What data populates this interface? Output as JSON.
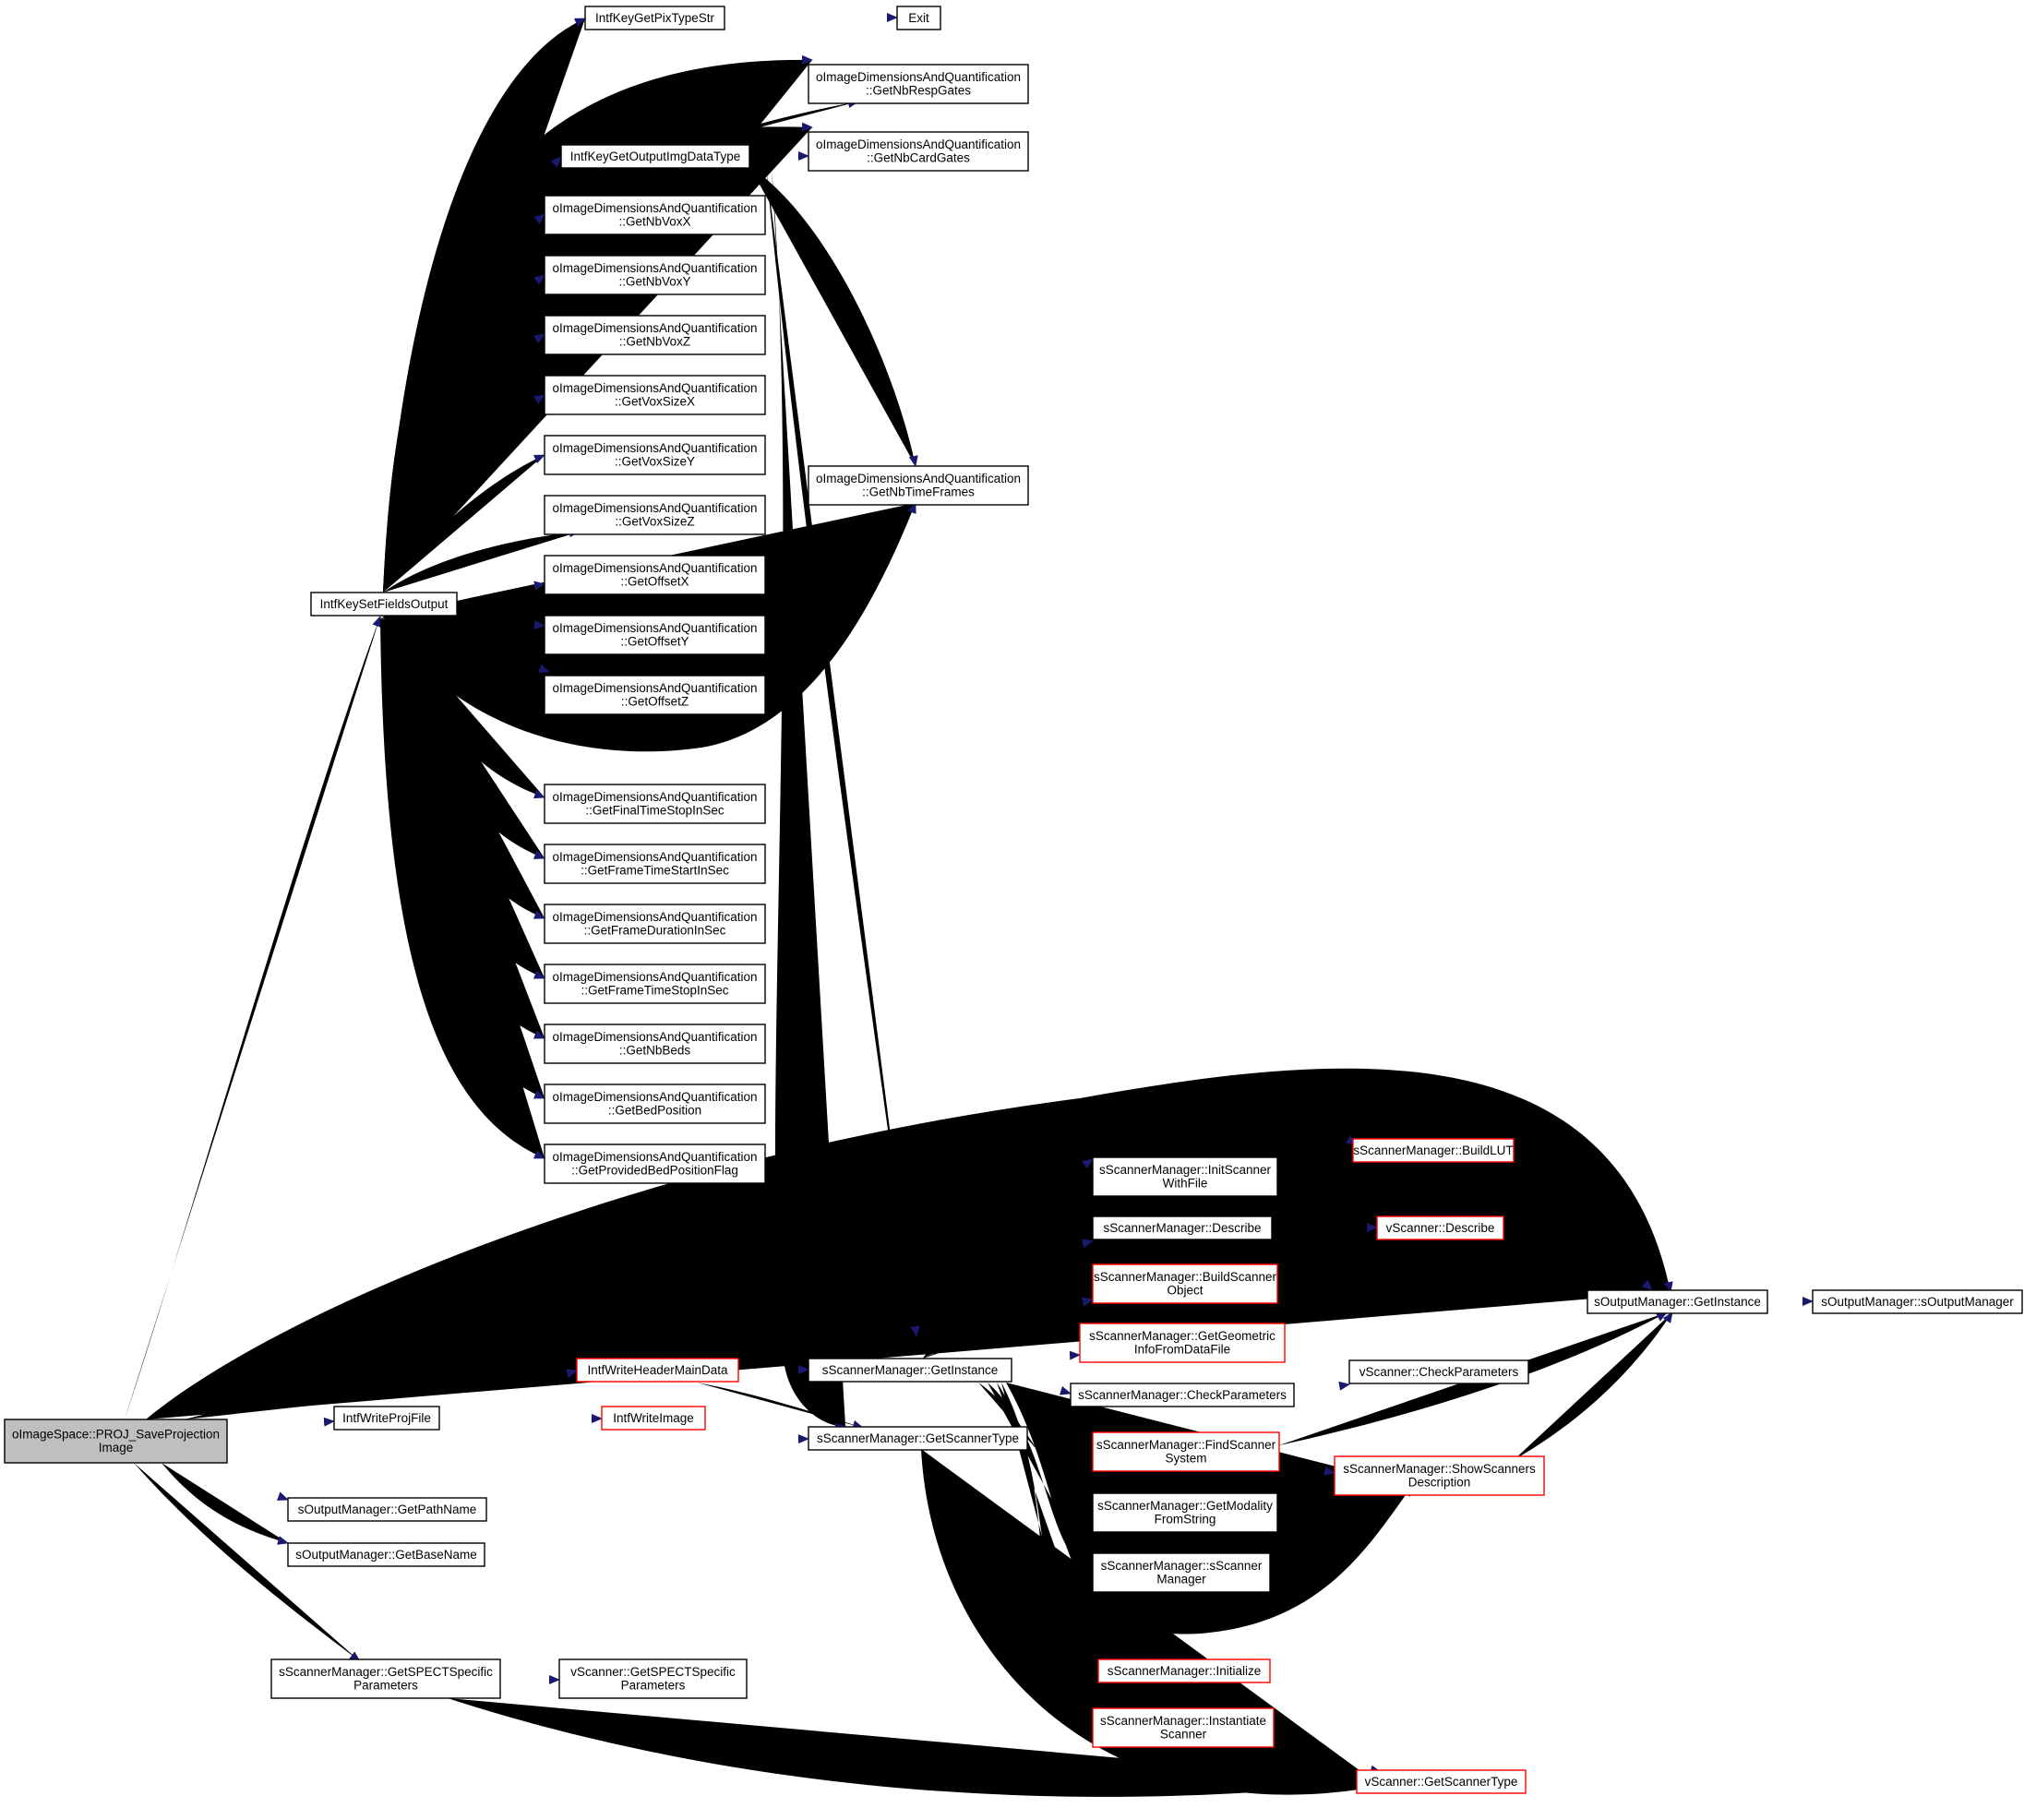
{
  "colors": {
    "edge": "#191970",
    "node_border": "#000000",
    "node_border_truncated": "#ff0000",
    "root_fill": "#bfbfbf",
    "node_fill": "#ffffff"
  },
  "nodes": [
    {
      "id": "root",
      "lines": [
        "oImageSpace::PROJ_SaveProjection",
        "Image"
      ],
      "style": "root"
    },
    {
      "id": "pixtype",
      "lines": [
        "IntfKeyGetPixTypeStr"
      ]
    },
    {
      "id": "exit",
      "lines": [
        "Exit"
      ]
    },
    {
      "id": "nbresp",
      "lines": [
        "oImageDimensionsAndQuantification",
        "::GetNbRespGates"
      ]
    },
    {
      "id": "nbcard",
      "lines": [
        "oImageDimensionsAndQuantification",
        "::GetNbCardGates"
      ]
    },
    {
      "id": "outimg",
      "lines": [
        "IntfKeyGetOutputImgDataType"
      ]
    },
    {
      "id": "voxx",
      "lines": [
        "oImageDimensionsAndQuantification",
        "::GetNbVoxX"
      ]
    },
    {
      "id": "voxy",
      "lines": [
        "oImageDimensionsAndQuantification",
        "::GetNbVoxY"
      ]
    },
    {
      "id": "voxz",
      "lines": [
        "oImageDimensionsAndQuantification",
        "::GetNbVoxZ"
      ]
    },
    {
      "id": "vsx",
      "lines": [
        "oImageDimensionsAndQuantification",
        "::GetVoxSizeX"
      ]
    },
    {
      "id": "vsy",
      "lines": [
        "oImageDimensionsAndQuantification",
        "::GetVoxSizeY"
      ]
    },
    {
      "id": "vsz",
      "lines": [
        "oImageDimensionsAndQuantification",
        "::GetVoxSizeZ"
      ]
    },
    {
      "id": "timeframes",
      "lines": [
        "oImageDimensionsAndQuantification",
        "::GetNbTimeFrames"
      ]
    },
    {
      "id": "offx",
      "lines": [
        "oImageDimensionsAndQuantification",
        "::GetOffsetX"
      ]
    },
    {
      "id": "setfields",
      "lines": [
        "IntfKeySetFieldsOutput"
      ]
    },
    {
      "id": "offy",
      "lines": [
        "oImageDimensionsAndQuantification",
        "::GetOffsetY"
      ]
    },
    {
      "id": "offz",
      "lines": [
        "oImageDimensionsAndQuantification",
        "::GetOffsetZ"
      ]
    },
    {
      "id": "finaltime",
      "lines": [
        "oImageDimensionsAndQuantification",
        "::GetFinalTimeStopInSec"
      ]
    },
    {
      "id": "framestart",
      "lines": [
        "oImageDimensionsAndQuantification",
        "::GetFrameTimeStartInSec"
      ]
    },
    {
      "id": "framedur",
      "lines": [
        "oImageDimensionsAndQuantification",
        "::GetFrameDurationInSec"
      ]
    },
    {
      "id": "framestop",
      "lines": [
        "oImageDimensionsAndQuantification",
        "::GetFrameTimeStopInSec"
      ]
    },
    {
      "id": "nbbeds",
      "lines": [
        "oImageDimensionsAndQuantification",
        "::GetNbBeds"
      ]
    },
    {
      "id": "bedpos",
      "lines": [
        "oImageDimensionsAndQuantification",
        "::GetBedPosition"
      ]
    },
    {
      "id": "bedflag",
      "lines": [
        "oImageDimensionsAndQuantification",
        "::GetProvidedBedPositionFlag"
      ]
    },
    {
      "id": "buildlut",
      "lines": [
        "sScannerManager::BuildLUT"
      ],
      "style": "truncated"
    },
    {
      "id": "initscanner",
      "lines": [
        "sScannerManager::InitScanner",
        "WithFile"
      ]
    },
    {
      "id": "describe",
      "lines": [
        "sScannerManager::Describe"
      ]
    },
    {
      "id": "vdescribe",
      "lines": [
        "vScanner::Describe"
      ],
      "style": "truncated"
    },
    {
      "id": "buildscanobj",
      "lines": [
        "sScannerManager::BuildScanner",
        "Object"
      ],
      "style": "truncated"
    },
    {
      "id": "geominfo",
      "lines": [
        "sScannerManager::GetGeometric",
        "InfoFromDataFile"
      ],
      "style": "truncated"
    },
    {
      "id": "outgetinst",
      "lines": [
        "sOutputManager::GetInstance"
      ]
    },
    {
      "id": "outctor",
      "lines": [
        "sOutputManager::sOutputManager"
      ]
    },
    {
      "id": "writeheader",
      "lines": [
        "IntfWriteHeaderMainData"
      ],
      "style": "truncated"
    },
    {
      "id": "scangetinst",
      "lines": [
        "sScannerManager::GetInstance"
      ]
    },
    {
      "id": "checkparams",
      "lines": [
        "sScannerManager::CheckParameters"
      ]
    },
    {
      "id": "vcheckparams",
      "lines": [
        "vScanner::CheckParameters"
      ]
    },
    {
      "id": "writeproj",
      "lines": [
        "IntfWriteProjFile"
      ]
    },
    {
      "id": "writeimage",
      "lines": [
        "IntfWriteImage"
      ],
      "style": "truncated"
    },
    {
      "id": "scangettype",
      "lines": [
        "sScannerManager::GetScannerType"
      ]
    },
    {
      "id": "findscanner",
      "lines": [
        "sScannerManager::FindScanner",
        "System"
      ],
      "style": "truncated"
    },
    {
      "id": "showscanners",
      "lines": [
        "sScannerManager::ShowScanners",
        "Description"
      ],
      "style": "truncated"
    },
    {
      "id": "pathname",
      "lines": [
        "sOutputManager::GetPathName"
      ]
    },
    {
      "id": "modality",
      "lines": [
        "sScannerManager::GetModality",
        "FromString"
      ]
    },
    {
      "id": "basename",
      "lines": [
        "sOutputManager::GetBaseName"
      ]
    },
    {
      "id": "sscanner",
      "lines": [
        "sScannerManager::sScanner",
        "Manager"
      ]
    },
    {
      "id": "initialize",
      "lines": [
        "sScannerManager::Initialize"
      ],
      "style": "truncated"
    },
    {
      "id": "spectparams",
      "lines": [
        "sScannerManager::GetSPECTSpecific",
        "Parameters"
      ]
    },
    {
      "id": "vspectparams",
      "lines": [
        "vScanner::GetSPECTSpecific",
        "Parameters"
      ]
    },
    {
      "id": "instantiate",
      "lines": [
        "sScannerManager::Instantiate",
        "Scanner"
      ],
      "style": "truncated"
    },
    {
      "id": "vgettype",
      "lines": [
        "vScanner::GetScannerType"
      ],
      "style": "truncated"
    }
  ]
}
